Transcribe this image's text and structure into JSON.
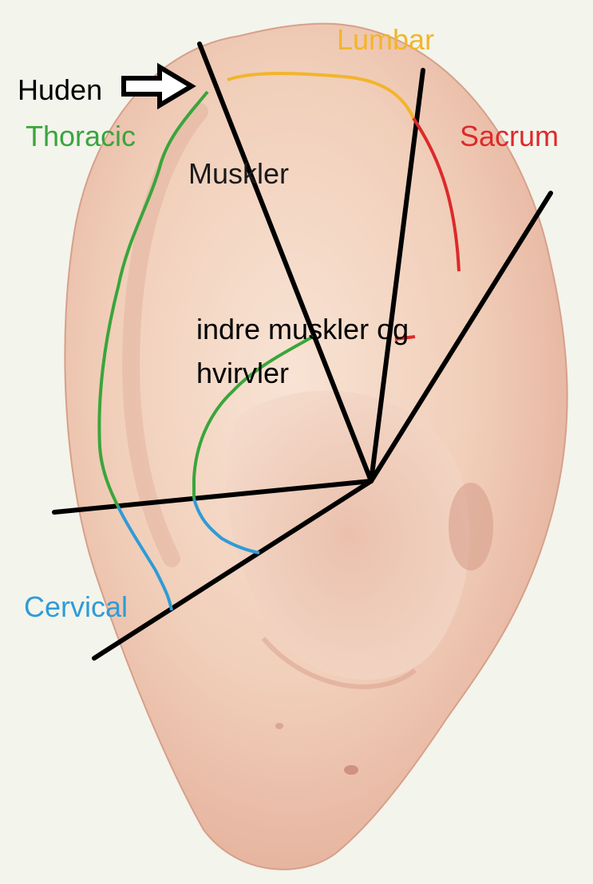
{
  "labels": {
    "huden": "Huden",
    "lumbar": "Lumbar",
    "thoracic": "Thoracic",
    "sacrum": "Sacrum",
    "muskler": "Muskler",
    "indre_line1": "indre muskler og",
    "indre_line2": "hvirvler",
    "cervical": "Cervical"
  },
  "colors": {
    "background": "#f3f4ec",
    "skin": "#f1cfba",
    "skin_shadow": "#d9a48f",
    "black_lines": "#000000",
    "lumbar": "#f2b52a",
    "thoracic": "#3aa53c",
    "sacrum": "#dd2a2a",
    "cervical": "#2f9bd6",
    "muskler_text": "#1a1a1a"
  },
  "icons": {
    "arrow": "right-arrow-outline-icon"
  }
}
